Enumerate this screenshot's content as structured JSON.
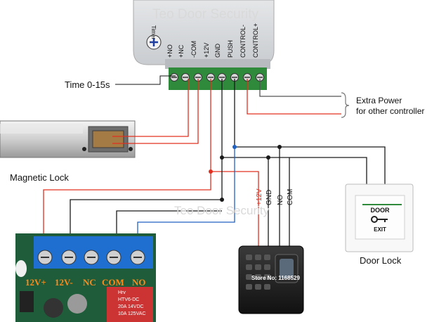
{
  "watermark": "Teo Door Security",
  "controller": {
    "timer_label": "Timer",
    "terminals": [
      "+NO",
      "+NC",
      "-COM",
      "+12V",
      "GND",
      "PUSH",
      "CONTROL-",
      "CONTROL+"
    ]
  },
  "labels": {
    "time": "Time 0-15s",
    "extra_power_line1": "Extra Power",
    "extra_power_line2": "for other controller",
    "magnetic_lock": "Magnetic Lock",
    "door_lock": "Door Lock"
  },
  "exit_button": {
    "top": "DOOR",
    "bottom": "EXIT"
  },
  "reader": {
    "wires": [
      "+12V",
      "GND",
      "NO",
      "COM"
    ],
    "store_text": "Store No: 1168529"
  },
  "relay_board": {
    "terminals": [
      "12V+",
      "12V-",
      "NC",
      "COM",
      "NO"
    ],
    "chip_text": [
      "Hrv",
      "HTV6-DC",
      "20A 14VDC",
      "10A 125VAC"
    ]
  },
  "colors": {
    "wire_red": "#e03020",
    "wire_black": "#1a1a1a",
    "wire_blue": "#2060c0",
    "wire_gray": "#555555",
    "terminal_green": "#2f8a3c",
    "terminal_blue": "#1f6fd1",
    "board_green": "#1f5d3a"
  }
}
